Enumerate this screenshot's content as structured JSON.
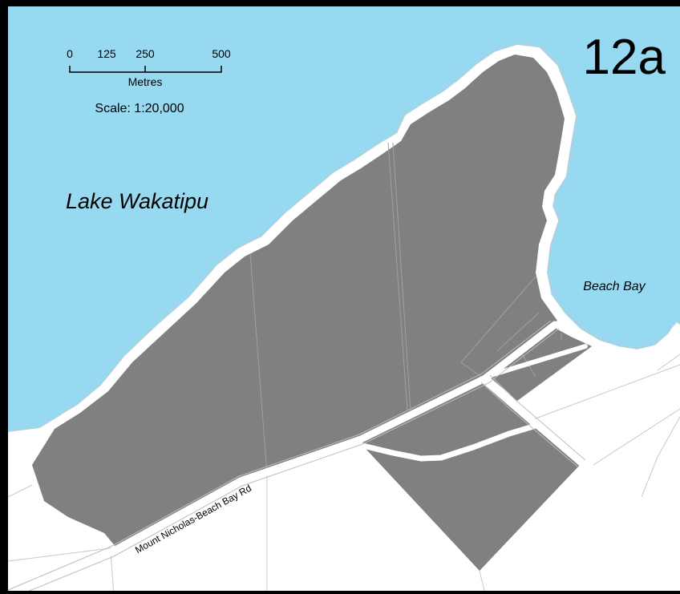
{
  "map": {
    "id_label": "12a",
    "lake_label": "Lake Wakatipu",
    "bay_label": "Beach Bay",
    "road_label": "Mount Nicholas-Beach Bay Rd"
  },
  "scale_bar": {
    "ticks": [
      "0",
      "125",
      "250",
      "500"
    ],
    "unit": "Metres",
    "scale_text": "Scale: 1:20,000"
  },
  "colors": {
    "water": "#97d9f0",
    "zone": "#808080",
    "land": "#ffffff",
    "parcel_line": "#c8c8c8",
    "frame": "#000000"
  }
}
